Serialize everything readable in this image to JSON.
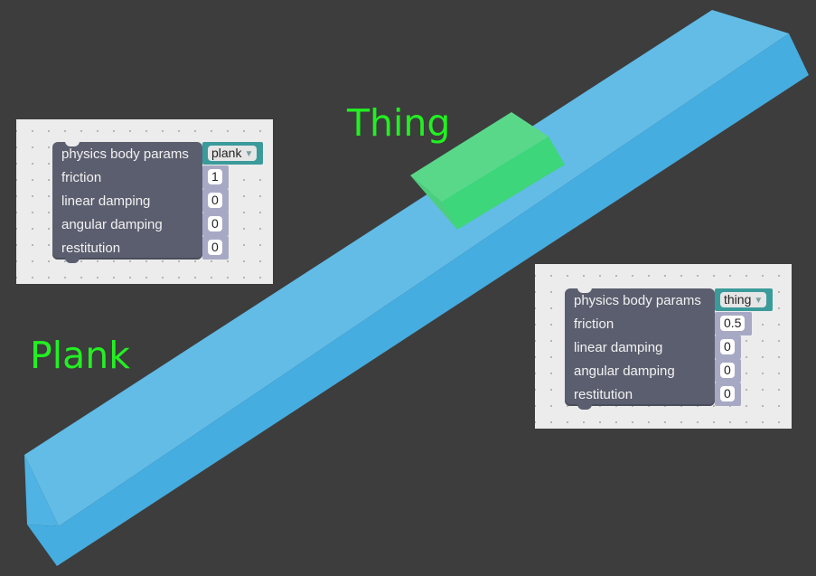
{
  "scene": {
    "labels": {
      "thing": "Thing",
      "plank": "Plank"
    },
    "colors": {
      "background": "#3d3d3d",
      "plank_top": "#62bce6",
      "plank_side": "#45ade0",
      "thing_top": "#5ad88a",
      "thing_side": "#3dd67a",
      "label": "#22f022"
    }
  },
  "blocks": {
    "plank": {
      "title": "physics body params",
      "target": "plank",
      "rows": [
        {
          "label": "friction",
          "value": "1"
        },
        {
          "label": "linear damping",
          "value": "0"
        },
        {
          "label": "angular damping",
          "value": "0"
        },
        {
          "label": "restitution",
          "value": "0"
        }
      ]
    },
    "thing": {
      "title": "physics body params",
      "target": "thing",
      "rows": [
        {
          "label": "friction",
          "value": "0.5"
        },
        {
          "label": "linear damping",
          "value": "0"
        },
        {
          "label": "angular damping",
          "value": "0"
        },
        {
          "label": "restitution",
          "value": "0"
        }
      ]
    }
  }
}
